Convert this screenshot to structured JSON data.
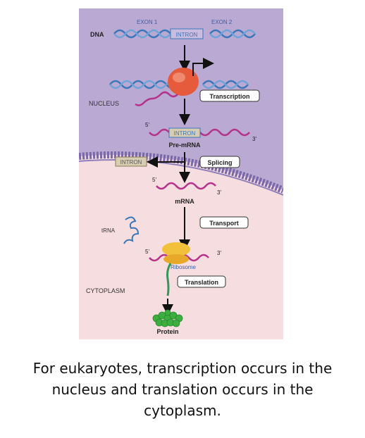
{
  "diagram": {
    "dna_label": "DNA",
    "exon1_label": "EXON 1",
    "exon2_label": "EXON 2",
    "intron_label": "INTRON",
    "nucleus_label": "NUCLEUS",
    "cytoplasm_label": "CYTOPLASM",
    "premrna_label": "Pre-mRNA",
    "mrna_label": "mRNA",
    "trna_label": "tRNA",
    "ribosome_label": "Ribosome",
    "protein_label": "Protein",
    "five_prime": "5'",
    "three_prime": "3'",
    "steps": {
      "transcription": "Transcription",
      "splicing": "Splicing",
      "transport": "Transport",
      "translation": "Translation"
    },
    "colors": {
      "nucleus_fill": "#b9a9d3",
      "cytoplasm_fill": "#f6dde0",
      "membrane": "#7a68a8",
      "dna_blue": "#3b76b8",
      "rna_magenta": "#b5338b",
      "ribosome": "#f2c13c",
      "rna_polymerase": "#e55b3c",
      "protein_green": "#3cae3f",
      "intron_box": "#d8cdb0"
    }
  },
  "caption": {
    "line1": "For eukaryotes, transcription occurs in the",
    "line2": "nucleus and translation occurs in the",
    "line3": "cytoplasm."
  }
}
